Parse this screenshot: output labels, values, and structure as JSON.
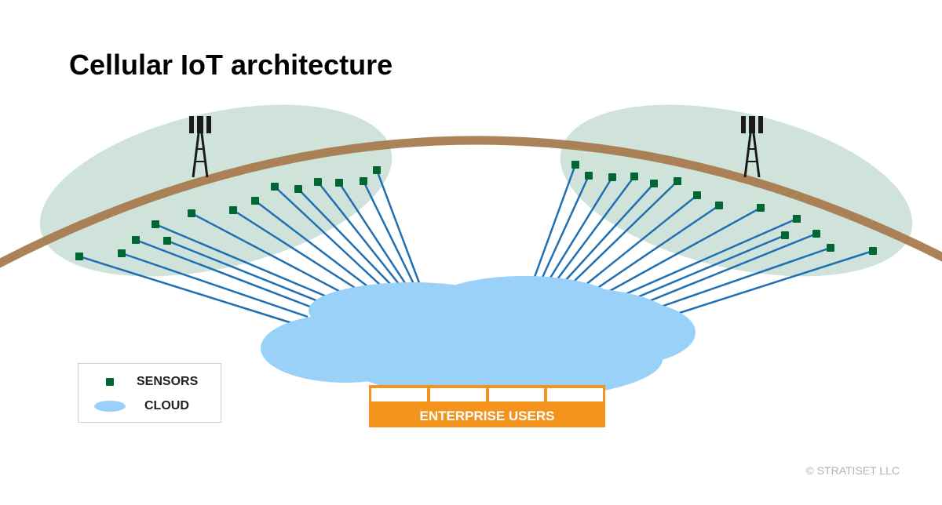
{
  "title": "Cellular IoT architecture",
  "legend": {
    "sensors_label": "SENSORS",
    "cloud_label": "CLOUD"
  },
  "enterprise": {
    "label": "ENTERPRISE USERS",
    "slot_count": 4
  },
  "copyright": "© STRATISET LLC",
  "icons": [
    "cell-tower-icon",
    "sensor-icon",
    "cloud-icon"
  ],
  "colors": {
    "earth_arc": "#a87b4f",
    "coverage_zone": "#cfe3da",
    "link_line": "#1f6fb2",
    "sensor": "#006633",
    "cloud": "#99d1f9",
    "tower": "#1a1a1a",
    "enterprise": "#f5941d"
  }
}
